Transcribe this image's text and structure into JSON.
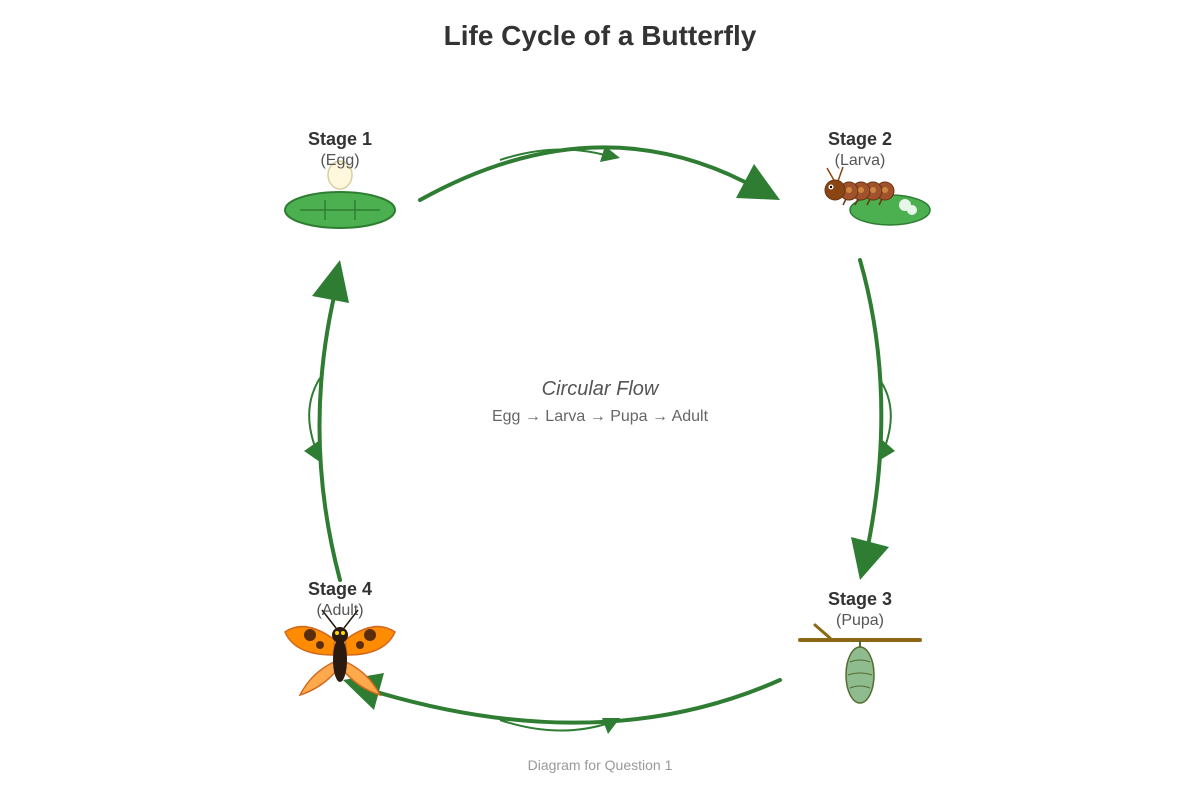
{
  "title": "Life Cycle of a Butterfly",
  "stages": [
    {
      "heading": "Stage 1",
      "name": "(Egg)",
      "icon": "egg-on-leaf-icon"
    },
    {
      "heading": "Stage 2",
      "name": "(Larva)",
      "icon": "caterpillar-icon"
    },
    {
      "heading": "Stage 3",
      "name": "(Pupa)",
      "icon": "chrysalis-icon"
    },
    {
      "heading": "Stage 4",
      "name": "(Adult)",
      "icon": "butterfly-icon"
    }
  ],
  "center": {
    "title": "Circular Flow",
    "flow": "Egg → Larva → Pupa → Adult"
  },
  "caption": "Diagram for Question 1",
  "colors": {
    "arrow": "#2e7d32",
    "leaf": "#4caf50",
    "caterpillar": "#8b4513",
    "chrysalis": "#8fbc8f",
    "butterfly_wing": "#ff8c00"
  }
}
